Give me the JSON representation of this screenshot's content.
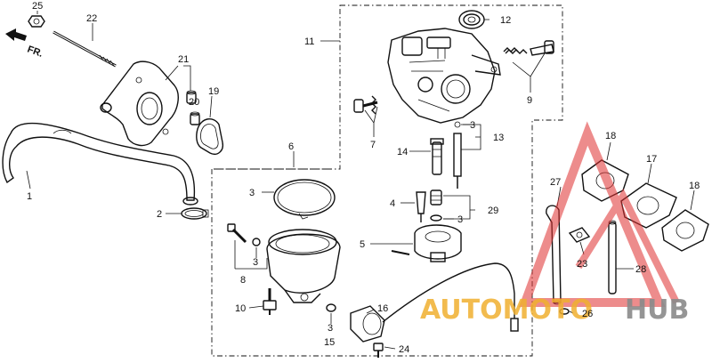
{
  "direction": {
    "label": "FR."
  },
  "callouts": {
    "c1": "1",
    "c2": "2",
    "c3a": "3",
    "c3b": "3",
    "c3c": "3",
    "c3d": "3",
    "c3e": "3",
    "c4": "4",
    "c5": "5",
    "c6": "6",
    "c7": "7",
    "c8": "8",
    "c9": "9",
    "c10": "10",
    "c11": "11",
    "c12": "12",
    "c13": "13",
    "c14": "14",
    "c15": "15",
    "c16": "16",
    "c17": "17",
    "c18a": "18",
    "c18b": "18",
    "c19": "19",
    "c20": "20",
    "c21": "21",
    "c22": "22",
    "c23": "23",
    "c24": "24",
    "c25": "25",
    "c26": "26",
    "c27": "27",
    "c28": "28",
    "c29": "29"
  },
  "watermark": {
    "part1": "AUTOMOTO",
    "part2": "HUB",
    "color1": "#f0b030",
    "color2": "#8a8a8a",
    "accent": "#e03030"
  }
}
